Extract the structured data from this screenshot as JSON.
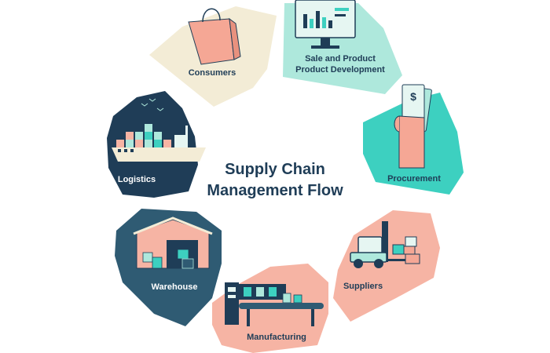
{
  "diagram": {
    "title_line1": "Supply Chain",
    "title_line2": "Management Flow",
    "stages": [
      {
        "label": "Consumers",
        "icon": "shopping-bag-icon",
        "color": "#f3ecd6",
        "text_color": "#1f3d57"
      },
      {
        "label_line1": "Sale and Product",
        "label_line2": "Product Development",
        "icon": "monitor-chart-icon",
        "color": "#aee8dc",
        "text_color": "#1f3d57"
      },
      {
        "label": "Procurement",
        "icon": "hand-money-icon",
        "color": "#3dd0c0",
        "text_color": "#1f3d57"
      },
      {
        "label": "Suppliers",
        "icon": "forklift-icon",
        "color": "#f6b4a4",
        "text_color": "#1f3d57"
      },
      {
        "label": "Manufacturing",
        "icon": "conveyor-machine-icon",
        "color": "#f6b4a4",
        "text_color": "#1f3d57"
      },
      {
        "label": "Warehouse",
        "icon": "warehouse-icon",
        "color": "#2f5b73",
        "text_color": "#ffffff"
      },
      {
        "label": "Logistics",
        "icon": "cargo-ship-icon",
        "color": "#1f3d57",
        "text_color": "#ffffff"
      }
    ]
  }
}
